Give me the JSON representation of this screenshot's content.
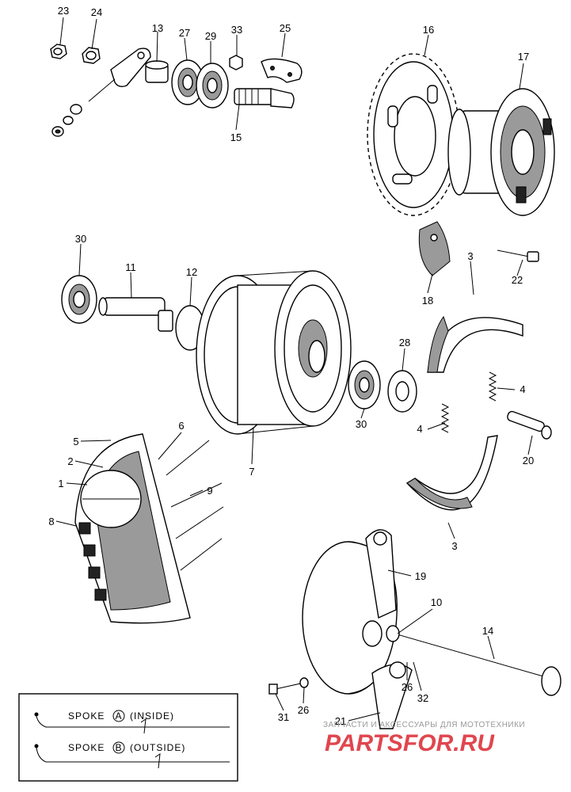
{
  "labels": {
    "p23": "23",
    "p24": "24",
    "p13": "13",
    "p27": "27",
    "p29": "29",
    "p33": "33",
    "p25": "25",
    "p15": "15",
    "p16": "16",
    "p17": "17",
    "p30a": "30",
    "p11": "11",
    "p12": "12",
    "p18": "18",
    "p3a": "3",
    "p22": "22",
    "p28": "28",
    "p30b": "30",
    "p4a": "4",
    "p4b": "4",
    "p20": "20",
    "p7": "7",
    "p3b": "3",
    "p5": "5",
    "p6": "6",
    "p2": "2",
    "p1": "1",
    "p9": "9",
    "p8": "8",
    "p19": "19",
    "p10": "10",
    "p14": "14",
    "p26a": "26",
    "p32": "32",
    "p31": "31",
    "p26b": "26",
    "p21": "21"
  },
  "legend": {
    "spoke_a_prefix": "SPOKE",
    "spoke_a_letter": "A",
    "spoke_a_suffix": "(INSIDE)",
    "spoke_b_prefix": "SPOKE",
    "spoke_b_letter": "B",
    "spoke_b_suffix": "(OUTSIDE)"
  },
  "watermark": {
    "tagline": "ЗАПЧАСТИ И АКСЕССУАРЫ ДЛЯ МОТОТЕХНИКИ",
    "logo_part1": "PARTS",
    "logo_part2": "FOR.RU",
    "colors": {
      "logo_red": "#e0464e",
      "tagline_grey": "#999999"
    }
  }
}
